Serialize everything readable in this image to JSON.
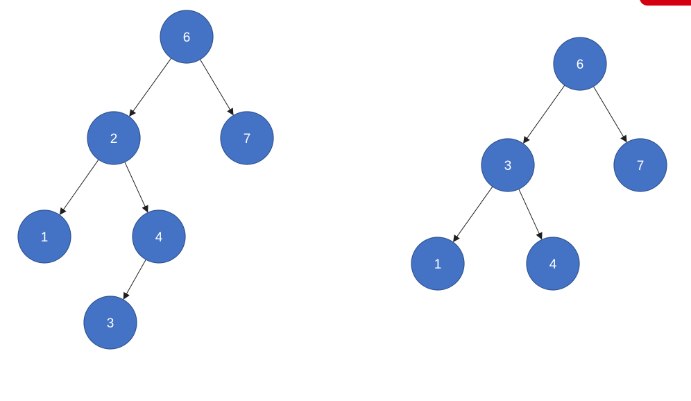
{
  "colors": {
    "node_fill": "#4472c4",
    "node_border": "#2f528f",
    "label": "#ffffff",
    "edge": "#1f1f1f",
    "badge": "#d40012"
  },
  "corner_badge": {
    "icon": "red-rounded-tab"
  },
  "trees": [
    {
      "id": "left-tree",
      "nodes": [
        {
          "id": "l6",
          "label": "6"
        },
        {
          "id": "l2",
          "label": "2"
        },
        {
          "id": "l7",
          "label": "7"
        },
        {
          "id": "l1",
          "label": "1"
        },
        {
          "id": "l4",
          "label": "4"
        },
        {
          "id": "l3",
          "label": "3"
        }
      ],
      "edges": [
        {
          "from": "l6",
          "to": "l2"
        },
        {
          "from": "l6",
          "to": "l7"
        },
        {
          "from": "l2",
          "to": "l1"
        },
        {
          "from": "l2",
          "to": "l4"
        },
        {
          "from": "l4",
          "to": "l3"
        }
      ]
    },
    {
      "id": "right-tree",
      "nodes": [
        {
          "id": "r6",
          "label": "6"
        },
        {
          "id": "r3",
          "label": "3"
        },
        {
          "id": "r7",
          "label": "7"
        },
        {
          "id": "r1",
          "label": "1"
        },
        {
          "id": "r4",
          "label": "4"
        }
      ],
      "edges": [
        {
          "from": "r6",
          "to": "r3"
        },
        {
          "from": "r6",
          "to": "r7"
        },
        {
          "from": "r3",
          "to": "r1"
        },
        {
          "from": "r3",
          "to": "r4"
        }
      ]
    }
  ]
}
